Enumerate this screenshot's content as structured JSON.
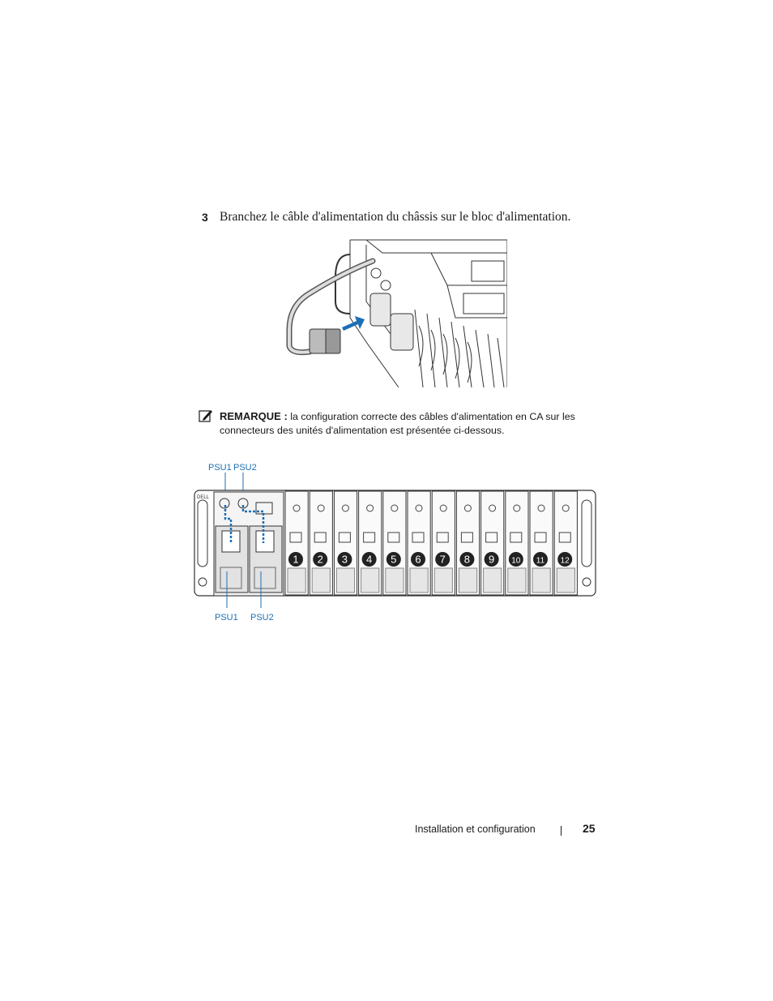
{
  "step": {
    "number": "3",
    "text": "Branchez le câble d'alimentation du châssis sur le bloc d'alimentation."
  },
  "note": {
    "icon": "pencil-note-icon",
    "label": "REMARQUE :",
    "text": "la configuration correcte des câbles d'alimentation en CA sur les connecteurs des unités d'alimentation est présentée ci-dessous."
  },
  "diagram": {
    "top_labels": [
      "PSU1",
      "PSU2"
    ],
    "bottom_labels": [
      "PSU1",
      "PSU2"
    ],
    "slot_numbers": [
      "1",
      "2",
      "3",
      "4",
      "5",
      "6",
      "7",
      "8",
      "9",
      "10",
      "11",
      "12"
    ],
    "brand": "DELL",
    "callout_color": "#1d6fb5"
  },
  "footer": {
    "section_title": "Installation et configuration",
    "page_number": "25"
  }
}
